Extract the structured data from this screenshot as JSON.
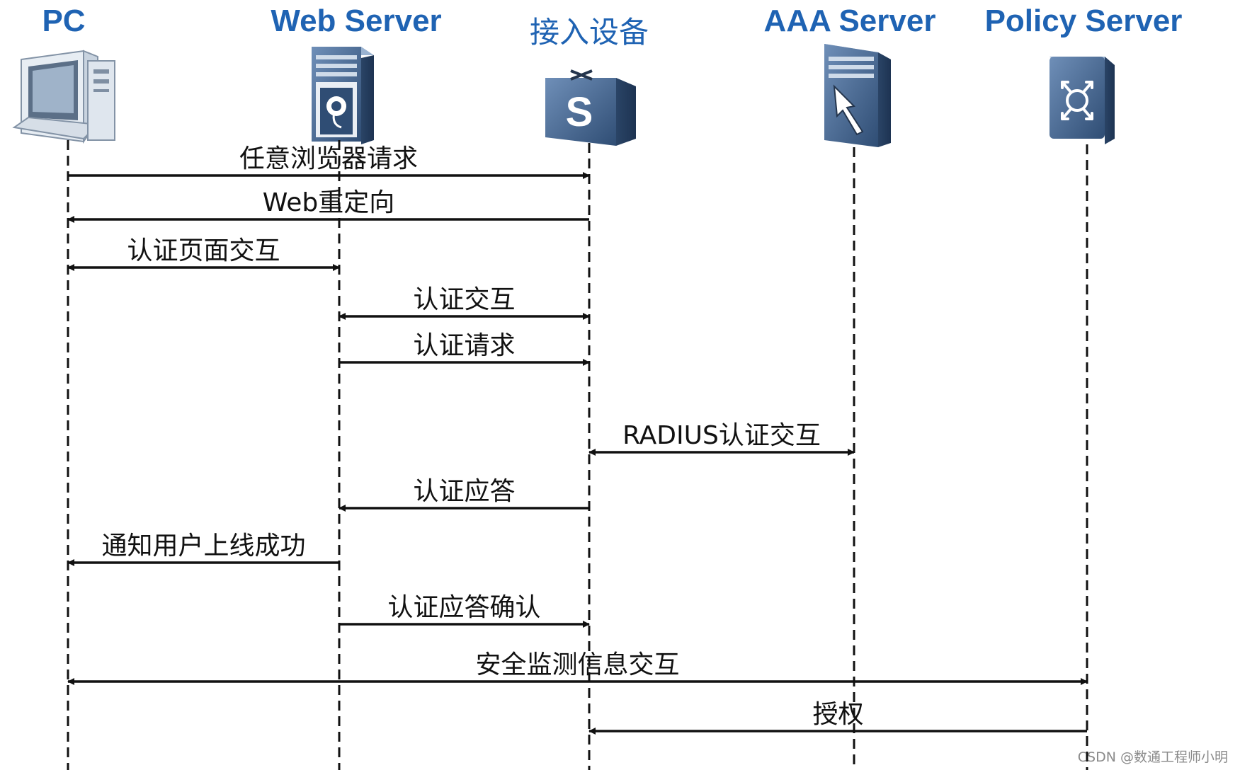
{
  "participants": [
    {
      "id": "pc",
      "label": "PC",
      "icon": "desktop-computer-icon"
    },
    {
      "id": "web",
      "label": "Web Server",
      "icon": "web-server-icon"
    },
    {
      "id": "access",
      "label": "接入设备",
      "icon": "switch-icon"
    },
    {
      "id": "aaa",
      "label": "AAA Server",
      "icon": "aaa-server-icon"
    },
    {
      "id": "policy",
      "label": "Policy Server",
      "icon": "policy-server-icon"
    }
  ],
  "messages": [
    {
      "label": "任意浏览器请求",
      "from": "pc",
      "to": "access",
      "bidirectional": false
    },
    {
      "label": "Web重定向",
      "from": "access",
      "to": "pc",
      "bidirectional": false
    },
    {
      "label": "认证页面交互",
      "from": "pc",
      "to": "web",
      "bidirectional": true
    },
    {
      "label": "认证交互",
      "from": "web",
      "to": "access",
      "bidirectional": true
    },
    {
      "label": "认证请求",
      "from": "web",
      "to": "access",
      "bidirectional": false
    },
    {
      "label": "RADIUS认证交互",
      "from": "access",
      "to": "aaa",
      "bidirectional": true
    },
    {
      "label": "认证应答",
      "from": "access",
      "to": "web",
      "bidirectional": false
    },
    {
      "label": "通知用户上线成功",
      "from": "web",
      "to": "pc",
      "bidirectional": false
    },
    {
      "label": "认证应答确认",
      "from": "web",
      "to": "access",
      "bidirectional": false
    },
    {
      "label": "安全监测信息交互",
      "from": "pc",
      "to": "policy",
      "bidirectional": true
    },
    {
      "label": "授权",
      "from": "policy",
      "to": "access",
      "bidirectional": false
    }
  ],
  "watermark": "CSDN @数通工程师小明",
  "colors": {
    "participant_label": "#1f63b3",
    "device_body": "#3f5f86",
    "device_dark": "#243c5c",
    "device_light": "#7d9bc0",
    "line": "#111111"
  }
}
